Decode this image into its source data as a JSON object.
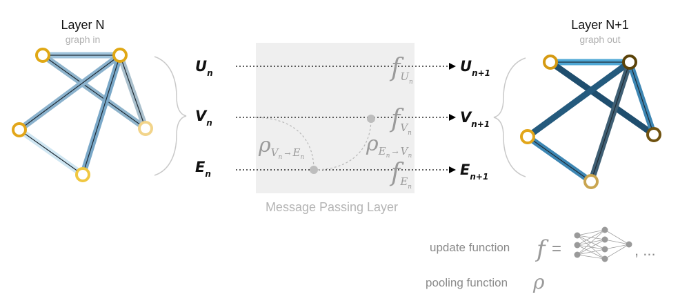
{
  "left_graph": {
    "title": "Layer N",
    "subtitle": "graph in"
  },
  "right_graph": {
    "title": "Layer N+1",
    "subtitle": "graph out"
  },
  "inputs": [
    {
      "base": "U",
      "sub": "n"
    },
    {
      "base": "V",
      "sub": "n"
    },
    {
      "base": "E",
      "sub": "n"
    }
  ],
  "outputs": [
    {
      "base": "U",
      "sub": "n+1"
    },
    {
      "base": "V",
      "sub": "n+1"
    },
    {
      "base": "E",
      "sub": "n+1"
    }
  ],
  "box_label": "Message Passing Layer",
  "update_functions": [
    {
      "symbol": "f",
      "sub": "U",
      "subsub": "n"
    },
    {
      "symbol": "f",
      "sub": "V",
      "subsub": "n"
    },
    {
      "symbol": "f",
      "sub": "E",
      "subsub": "n"
    }
  ],
  "pooling_functions": [
    {
      "symbol": "ρ",
      "from": "V",
      "to": "E",
      "sub": "n",
      "arrow": "→"
    },
    {
      "symbol": "ρ",
      "from": "E",
      "to": "V",
      "sub": "n",
      "arrow": "→"
    }
  ],
  "legend": {
    "update_label": "update function",
    "update_symbol": "f",
    "equals": "=",
    "ellipsis": ", ...",
    "pooling_label": "pooling function",
    "pooling_symbol": "ρ"
  }
}
